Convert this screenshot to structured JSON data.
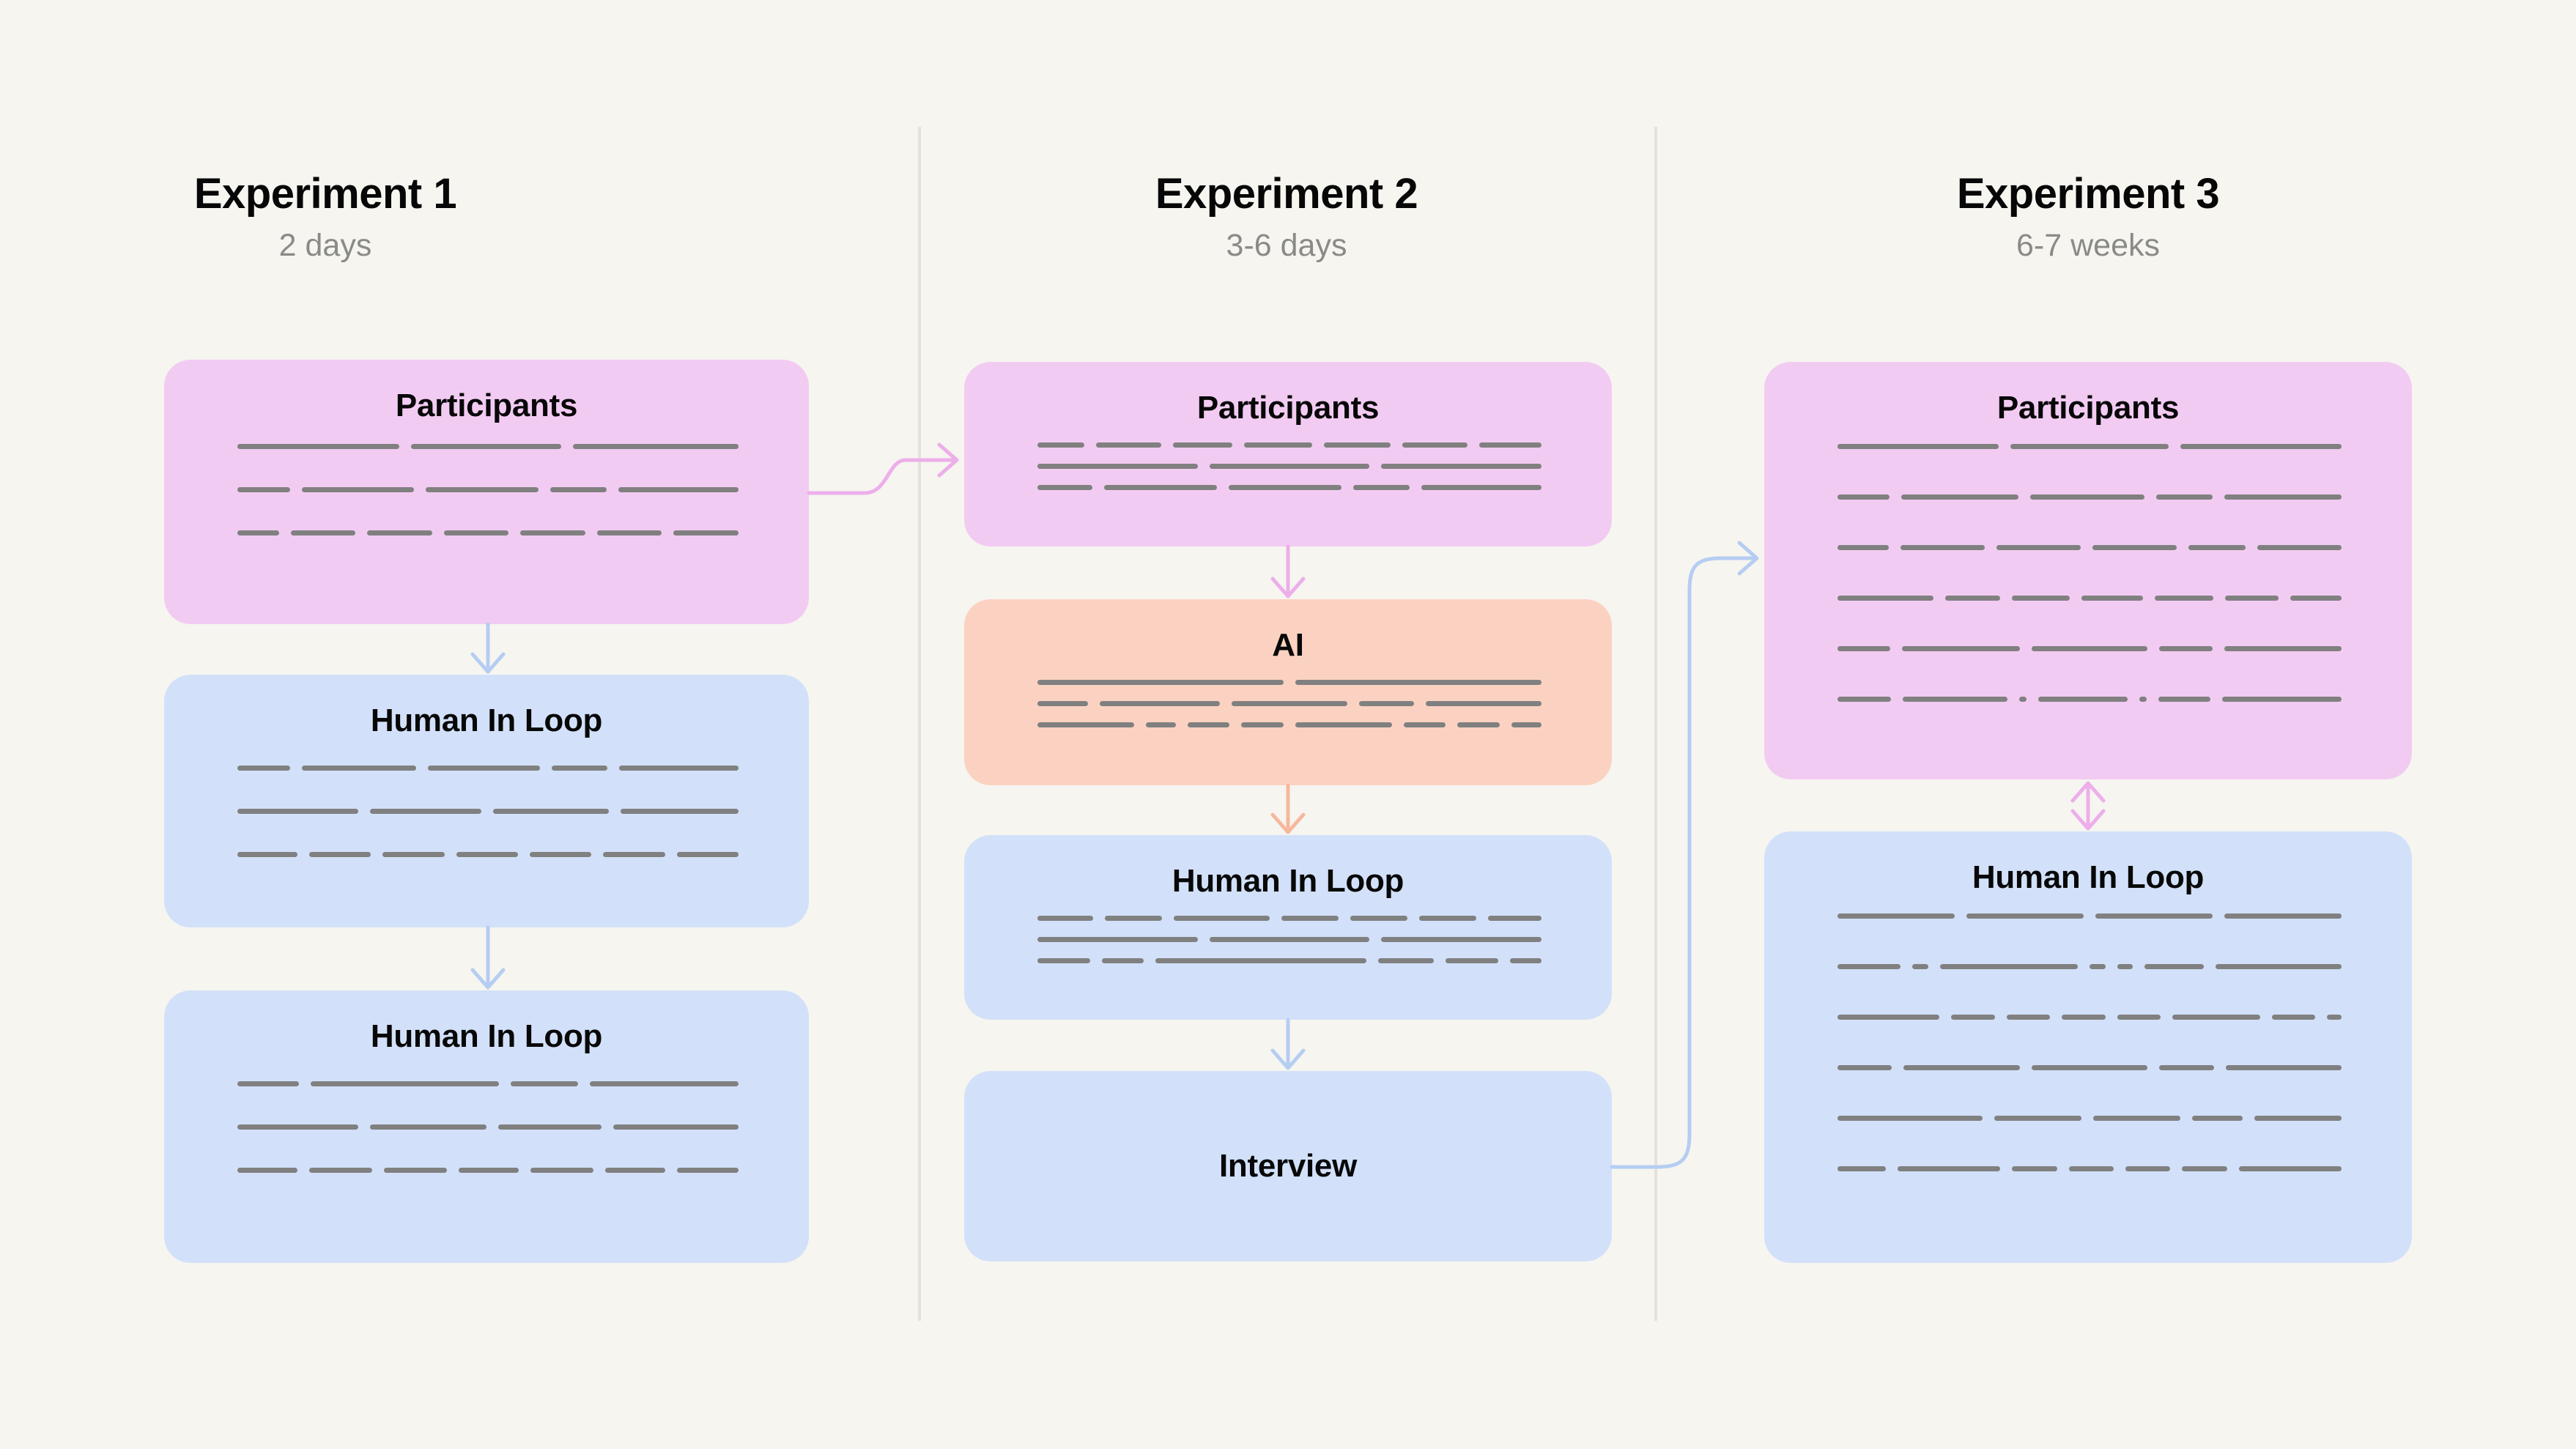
{
  "page": {
    "background_color": "#f6f5f0",
    "divider_color": "#e4e2dc",
    "redaction_color": "#808080"
  },
  "colors": {
    "pink_card": "#f2cbf2",
    "blue_card": "#d2e1f9",
    "orange_card": "#fbd2c1",
    "pink_arrow": "#edaeea",
    "blue_arrow": "#b6cdf2",
    "orange_arrow": "#f6b89c",
    "title_text": "#070707",
    "subtitle_text": "#8a8a87"
  },
  "columns": [
    {
      "id": "experiment-1",
      "title": "Experiment 1",
      "duration": "2 days",
      "cards": [
        {
          "id": "exp1-participants",
          "title": "Participants",
          "color": "pink",
          "redacted_lines": [
            [
              210,
              195,
              215
            ],
            [
              70,
              150,
              150,
              75,
              160
            ],
            [
              45,
              70,
              70,
              70,
              70,
              70,
              70
            ]
          ]
        },
        {
          "id": "exp1-human-in-loop-1",
          "title": "Human In Loop",
          "color": "blue",
          "redacted_lines": [
            [
              68,
              148,
              145,
              72,
              155
            ],
            [
              152,
              140,
              145,
              148
            ],
            [
              68,
              70,
              70,
              70,
              70,
              70,
              70
            ]
          ]
        },
        {
          "id": "exp1-human-in-loop-2",
          "title": "Human In Loop",
          "color": "blue",
          "redacted_lines": [
            [
              62,
              190,
              68,
              150
            ],
            [
              140,
              135,
              120,
              145
            ],
            [
              68,
              72,
              72,
              68,
              72,
              68,
              70
            ]
          ]
        }
      ]
    },
    {
      "id": "experiment-2",
      "title": "Experiment 2",
      "duration": "3-6 days",
      "cards": [
        {
          "id": "exp2-participants",
          "title": "Participants",
          "color": "pink",
          "redacted_lines": [
            [
              72,
              100,
              90,
              105,
              102,
              100,
              95
            ],
            [
              230,
              230,
              230
            ],
            [
              78,
              160,
              160,
              80,
              170
            ]
          ]
        },
        {
          "id": "exp2-ai",
          "title": "AI",
          "color": "orange",
          "redacted_lines": [
            [
              345,
              345
            ],
            [
              70,
              165,
              160,
              75,
              160
            ],
            [
              160,
              50,
              70,
              70,
              160,
              70,
              70,
              50
            ]
          ]
        },
        {
          "id": "exp2-human-in-loop",
          "title": "Human In Loop",
          "color": "blue",
          "redacted_lines": [
            [
              78,
              80,
              135,
              80,
              80,
              80,
              75
            ],
            [
              225,
              225,
              225
            ],
            [
              75,
              60,
              300,
              80,
              75,
              45
            ]
          ]
        },
        {
          "id": "exp2-interview",
          "title": "Interview",
          "color": "blue",
          "redacted_lines": []
        }
      ]
    },
    {
      "id": "experiment-3",
      "title": "Experiment 3",
      "duration": "6-7 weeks",
      "cards": [
        {
          "id": "exp3-participants",
          "title": "Participants",
          "color": "pink",
          "redacted_lines": [
            [
              222,
              218,
              222
            ],
            [
              72,
              162,
              158,
              78,
              162
            ],
            [
              72,
              118,
              118,
              118,
              80,
              118
            ],
            [
              140,
              80,
              85,
              90,
              85,
              78,
              75
            ],
            [
              72,
              160,
              158,
              72,
              160
            ],
            [
              72,
              140,
              10,
              120,
              10,
              70,
              160
            ]
          ]
        },
        {
          "id": "exp3-human-in-loop",
          "title": "Human In Loop",
          "color": "blue",
          "redacted_lines": [
            [
              160,
              160,
              160,
              160
            ],
            [
              80,
              20,
              175,
              20,
              20,
              75,
              160
            ],
            [
              140,
              60,
              60,
              60,
              60,
              120,
              60,
              20
            ],
            [
              75,
              160,
              160,
              75,
              160
            ],
            [
              200,
              120,
              120,
              70,
              120
            ],
            [
              75,
              160,
              70,
              70,
              70,
              70,
              160
            ]
          ]
        }
      ]
    }
  ],
  "connectors": [
    {
      "id": "exp1-participants-to-human-in-loop-1",
      "type": "vertical-arrow",
      "color": "#b6cdf2"
    },
    {
      "id": "exp1-human-in-loop-1-to-human-in-loop-2",
      "type": "vertical-arrow",
      "color": "#b6cdf2"
    },
    {
      "id": "exp1-participants-to-exp2-participants",
      "type": "s-curve-arrow",
      "color": "#edaeea"
    },
    {
      "id": "exp2-participants-to-ai",
      "type": "vertical-arrow",
      "color": "#edaeea"
    },
    {
      "id": "exp2-ai-to-human-in-loop",
      "type": "vertical-arrow",
      "color": "#f6b89c"
    },
    {
      "id": "exp2-human-in-loop-to-interview",
      "type": "vertical-arrow",
      "color": "#b6cdf2"
    },
    {
      "id": "exp2-interview-to-exp3-participants",
      "type": "elbow-curve-arrow",
      "color": "#b6cdf2"
    },
    {
      "id": "exp3-participants-to-human-in-loop",
      "type": "bidirectional-arrow",
      "color": "#edaeea"
    }
  ]
}
